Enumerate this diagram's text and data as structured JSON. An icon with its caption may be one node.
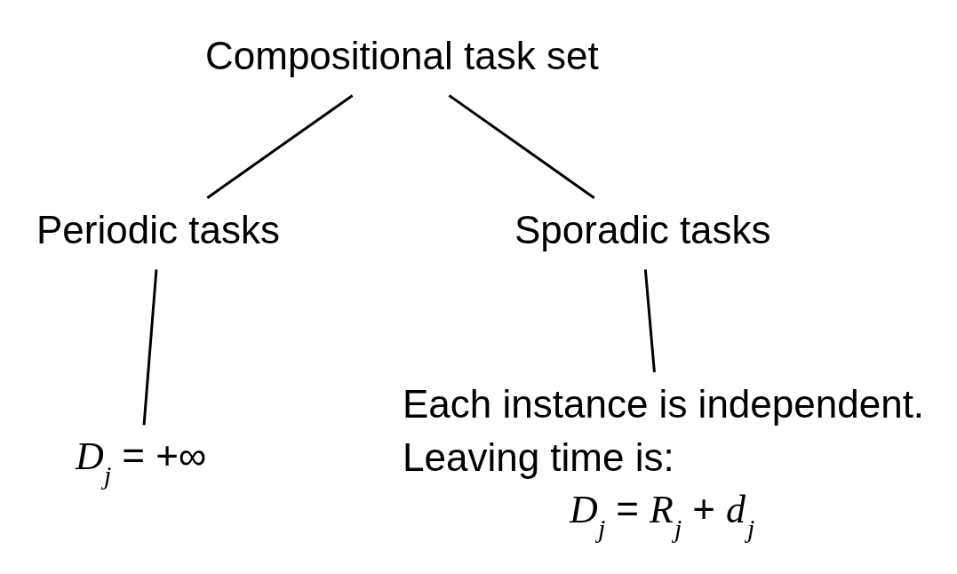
{
  "diagram": {
    "nodes": [
      {
        "text": [
          "Compositional task set"
        ]
      },
      {
        "text": [
          "Periodic tasks"
        ]
      },
      {
        "text": [
          "Sporadic tasks"
        ]
      },
      {
        "text": [
          "*D*$_{j}$ = +∞"
        ]
      },
      {
        "text": [
          "Each instance is independent.",
          "Leaving time is:",
          "*D*$_{j}$ = *R*$_{j}$ + *d*$_{j}$"
        ]
      }
    ],
    "edges": [
      {
        "from": 0,
        "to": 1,
        "arrow": "none"
      },
      {
        "from": 0,
        "to": 2,
        "arrow": "none"
      },
      {
        "from": 1,
        "to": 3,
        "arrow": "none"
      },
      {
        "from": 2,
        "to": 4,
        "arrow": "none"
      }
    ]
  }
}
